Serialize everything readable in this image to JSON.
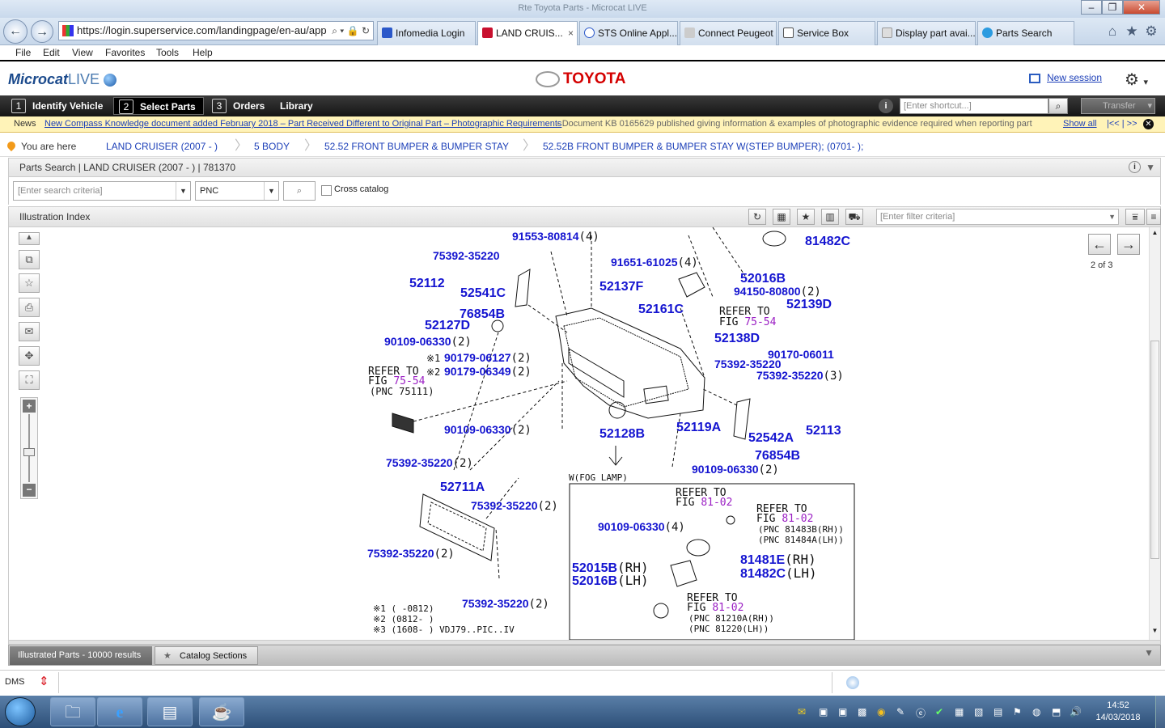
{
  "browser": {
    "window_title": "Rte Toyota Parts - Microcat LIVE",
    "url": "https://login.superservice.com/landingpage/en-au/app",
    "tabs": [
      {
        "label": "Infomedia Login",
        "icon_color": "#2b58c9"
      },
      {
        "label": "LAND CRUIS...",
        "icon_color": "#c8102e"
      },
      {
        "label": "STS Online Appl...",
        "icon_color": "#2b58c9"
      },
      {
        "label": "Connect Peugeot",
        "icon_color": "#888888"
      },
      {
        "label": "Service Box",
        "icon_color": "#555555"
      },
      {
        "label": "Display part avai...",
        "icon_color": "#999999"
      },
      {
        "label": "Parts Search",
        "icon_color": "#2b9be0"
      }
    ],
    "menu": [
      "File",
      "Edit",
      "View",
      "Favorites",
      "Tools",
      "Help"
    ]
  },
  "app": {
    "logo": "Microcat",
    "logo_live": "LIVE",
    "brand": "TOYOTA",
    "new_session": "New session",
    "nav": [
      {
        "num": "1",
        "label": "Identify Vehicle"
      },
      {
        "num": "2",
        "label": "Select Parts"
      },
      {
        "num": "3",
        "label": "Orders"
      },
      {
        "num": "",
        "label": "Library"
      }
    ],
    "shortcut_placeholder": "[Enter shortcut...]",
    "transfer": "Transfer"
  },
  "news": {
    "label": "News",
    "link": "New Compass Knowledge document added February 2018 – Part Received Different to Original Part – Photographic Requirements",
    "text": "- Document KB 0165629 published giving information & examples of photographic evidence required when reporting part",
    "show_all": "Show all",
    "pager": "|<<  |  >>"
  },
  "breadcrumb": {
    "label": "You are here",
    "items": [
      "LAND CRUISER (2007 - )",
      "5 BODY",
      "52.52 FRONT BUMPER & BUMPER STAY",
      "52.52B FRONT BUMPER & BUMPER STAY W(STEP BUMPER); (0701-    );"
    ]
  },
  "parts_search": {
    "title": "Parts Search | LAND CRUISER (2007 - ) | 781370",
    "search_placeholder": "[Enter search criteria]",
    "search_type": "PNC",
    "cross_catalog": "Cross catalog",
    "illustration_index": "Illustration Index",
    "filter_placeholder": "[Enter filter criteria]",
    "page_indicator": "2 of 3"
  },
  "illustration": {
    "labels": [
      {
        "text": "91553-80814",
        "qty": "(4)"
      },
      {
        "text": "75392-35220",
        "qty": ""
      },
      {
        "text": "52112",
        "qty": ""
      },
      {
        "text": "52541C",
        "qty": ""
      },
      {
        "text": "76854B",
        "qty": ""
      },
      {
        "text": "52127D",
        "qty": ""
      },
      {
        "text": "90109-06330",
        "qty": "(2)"
      },
      {
        "text": "90179-06127",
        "qty": "(2)"
      },
      {
        "text": "90179-06349",
        "qty": "(2)"
      },
      {
        "text": "91651-61025",
        "qty": "(4)"
      },
      {
        "text": "52137F",
        "qty": ""
      },
      {
        "text": "52161C",
        "qty": ""
      },
      {
        "text": "52016B",
        "qty": ""
      },
      {
        "text": "94150-80800",
        "qty": "(2)"
      },
      {
        "text": "52139D",
        "qty": ""
      },
      {
        "text": "81482C",
        "qty": ""
      },
      {
        "text": "52138D",
        "qty": ""
      },
      {
        "text": "90170-06011",
        "qty": ""
      },
      {
        "text": "75392-35220",
        "qty": ""
      },
      {
        "text": "75392-35220",
        "qty": "(3)"
      },
      {
        "text": "90109-06330",
        "qty": "(2)"
      },
      {
        "text": "52128B",
        "qty": ""
      },
      {
        "text": "52119A",
        "qty": ""
      },
      {
        "text": "52542A",
        "qty": ""
      },
      {
        "text": "52113",
        "qty": ""
      },
      {
        "text": "76854B",
        "qty": ""
      },
      {
        "text": "90109-06330",
        "qty": "(2)"
      },
      {
        "text": "75392-35220",
        "qty": "(2)"
      },
      {
        "text": "52711A",
        "qty": ""
      },
      {
        "text": "75392-35220",
        "qty": "(2)"
      },
      {
        "text": "75392-35220",
        "qty": "(2)"
      },
      {
        "text": "75392-35220",
        "qty": "(2)"
      },
      {
        "text": "90109-06330",
        "qty": "(4)"
      },
      {
        "text": "81481E",
        "qty": "(RH)"
      },
      {
        "text": "81482C",
        "qty": "(LH)"
      },
      {
        "text": "52015B",
        "qty": "(RH)"
      },
      {
        "text": "52016B",
        "qty": "(LH)"
      }
    ],
    "refer_texts": [
      "REFER TO",
      "FIG",
      "75-54",
      "(PNC 75111)",
      "81-02",
      "(PNC 81483B(RH))",
      "(PNC 81484A(LH))",
      "(PNC 81210A(RH))",
      "(PNC 81220(LH))",
      "W(FOG LAMP)"
    ],
    "notes": [
      "※1 (      -0812)",
      "※2 (0812-      )",
      "※3 (1608-      ) VDJ79..PIC..IV"
    ],
    "marks": [
      "※1",
      "※2"
    ]
  },
  "bottom": {
    "tabs": [
      "Illustrated Parts - 10000 results",
      "Catalog Sections"
    ],
    "status_label": "DMS"
  },
  "taskbar": {
    "time": "14:52",
    "date": "14/03/2018"
  }
}
